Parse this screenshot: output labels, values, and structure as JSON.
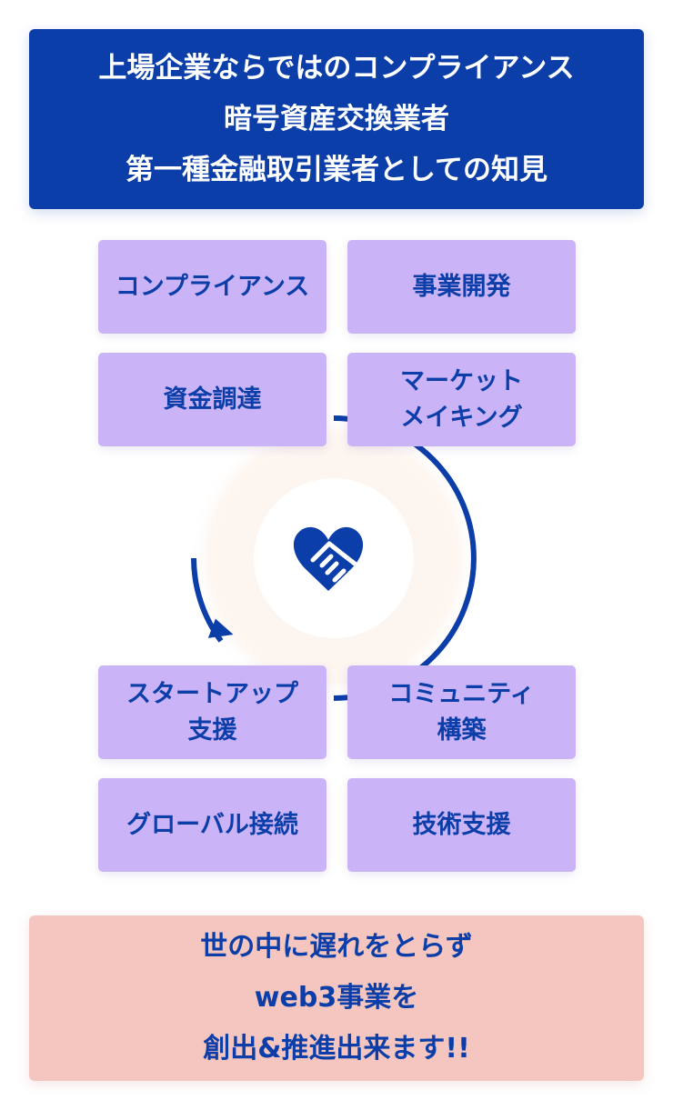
{
  "header": {
    "lines": [
      "上場企業ならではのコンプライアンス",
      "暗号資産交換業者",
      "第一種金融取引業者としての知見"
    ]
  },
  "services": [
    {
      "lines": [
        "コンプライアンス"
      ]
    },
    {
      "lines": [
        "事業開発"
      ]
    },
    {
      "lines": [
        "資金調達"
      ]
    },
    {
      "lines": [
        "マーケット",
        "メイキング"
      ]
    },
    {
      "lines": [
        "スタートアップ",
        "支援"
      ]
    },
    {
      "lines": [
        "コミュニティ",
        "構築"
      ]
    },
    {
      "lines": [
        "グローバル接続"
      ]
    },
    {
      "lines": [
        "技術支援"
      ]
    }
  ],
  "center": {
    "icon": "heart-handshake-icon"
  },
  "footer": {
    "lines": [
      "世の中に遅れをとらず",
      "web3事業を",
      "創出&推進出来ます!!"
    ]
  },
  "colors": {
    "primary": "#0b3ea8",
    "card": "#cbb3f7",
    "footer": "#f5c6bf",
    "halo": "#fdf5ef"
  }
}
